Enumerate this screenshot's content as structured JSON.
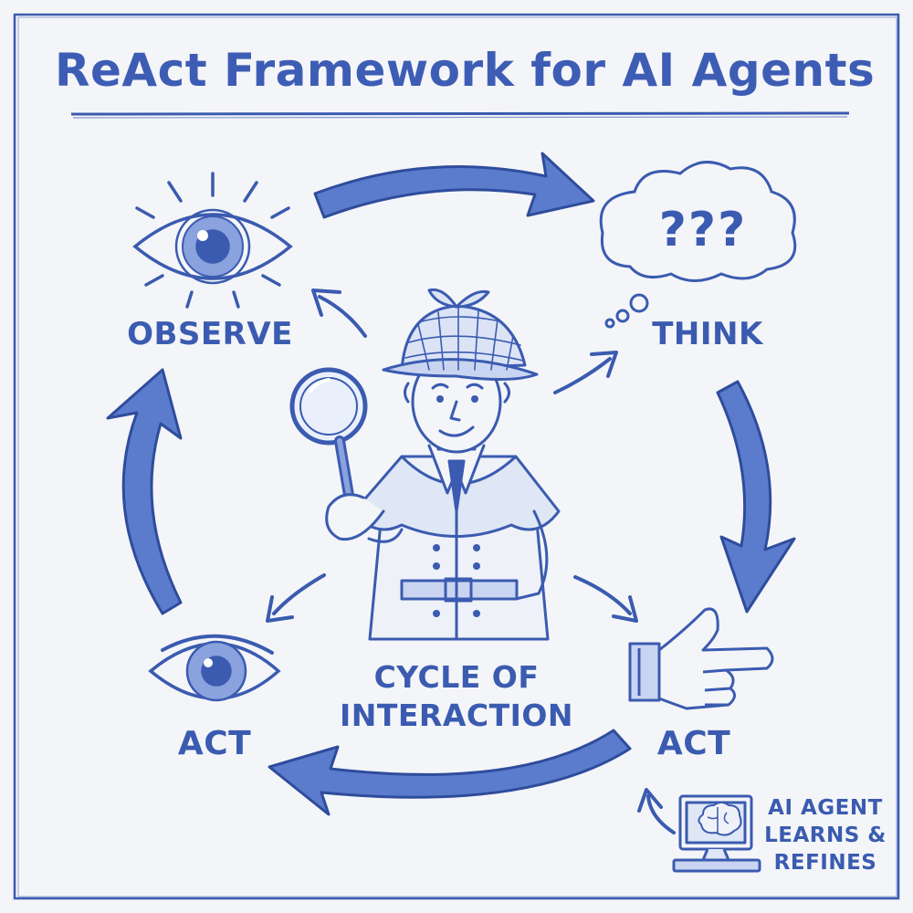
{
  "title": "ReAct Framework for AI Agents",
  "stages": {
    "observe": "OBSERVE",
    "think": "THINK",
    "act_right": "ACT",
    "act_left": "ACT"
  },
  "center_label": {
    "line1": "CYCLE OF",
    "line2": "INTERACTION"
  },
  "learning_note": {
    "line1": "AI AGENT",
    "line2": "LEARNS &",
    "line3": "REFINES"
  },
  "thought_bubble_text": "???",
  "colors": {
    "ink": "#3a5bb0",
    "arrow_fill": "#5b7ccc",
    "background": "#f4f5f8"
  }
}
